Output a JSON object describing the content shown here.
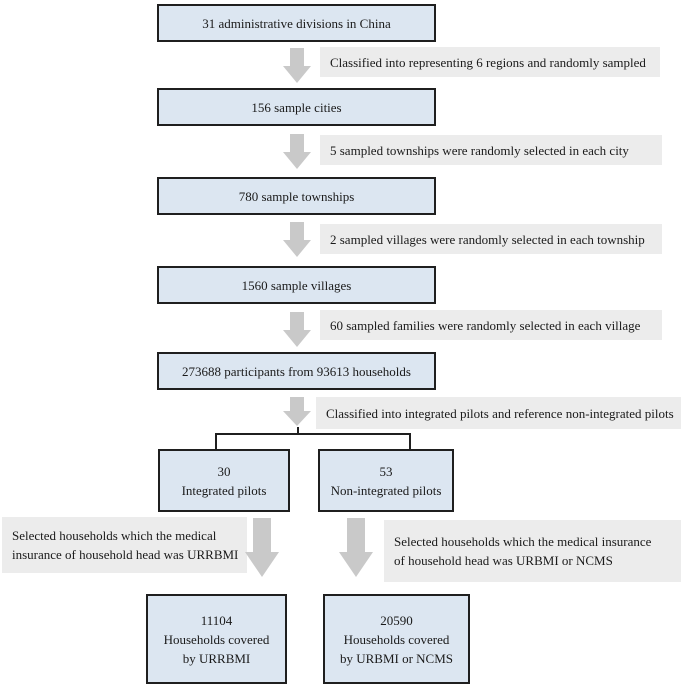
{
  "steps": [
    {
      "label": "31 administrative divisions in China"
    },
    {
      "label": "156 sample cities"
    },
    {
      "label": "780 sample townships"
    },
    {
      "label": "1560 sample villages"
    },
    {
      "label": "273688 participants from 93613 households"
    }
  ],
  "step_notes": [
    "Classified into representing 6 regions and randomly sampled",
    "5 sampled townships were randomly selected in each city",
    "2 sampled villages were randomly selected in each township",
    "60 sampled families were randomly selected in each village",
    "Classified into integrated pilots and reference non-integrated pilots"
  ],
  "pilots": {
    "integrated": {
      "count": "30",
      "label": "Integrated pilots"
    },
    "non_integrated": {
      "count": "53",
      "label": "Non-integrated pilots"
    }
  },
  "selection_notes": {
    "left": [
      "Selected households which the medical",
      "insurance of household head was URRBMI"
    ],
    "right": [
      "Selected households which the medical insurance",
      "of household head was URBMI or NCMS"
    ]
  },
  "outcomes": {
    "left": [
      "11104",
      "Households covered",
      "by URRBMI"
    ],
    "right": [
      "20590",
      "Households covered",
      "by URBMI or NCMS"
    ]
  },
  "colors": {
    "box_fill": "#dce6f1",
    "note_fill": "#ececec",
    "arrow": "#c9c9c9"
  }
}
